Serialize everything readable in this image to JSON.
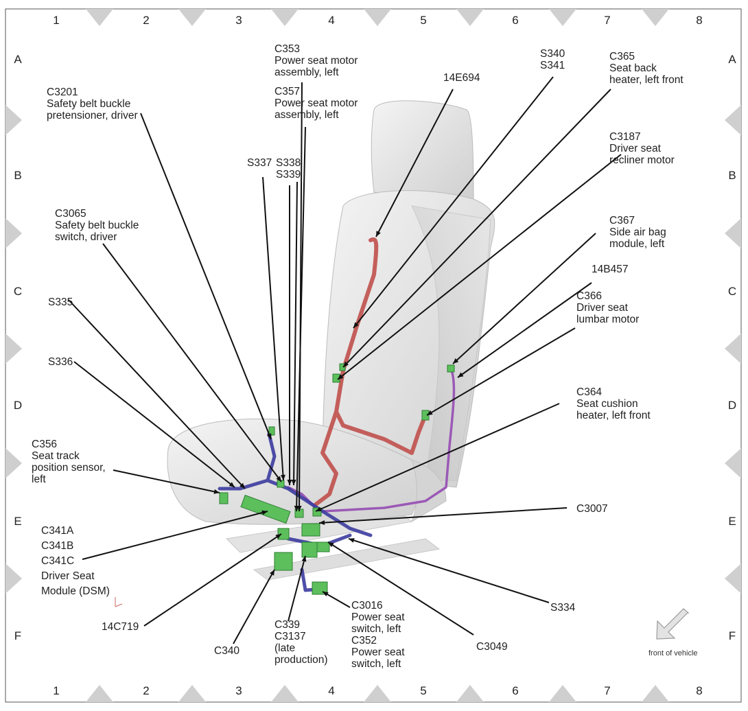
{
  "grid": {
    "columns": [
      "1",
      "2",
      "3",
      "4",
      "5",
      "6",
      "7",
      "8"
    ],
    "rows": [
      "A",
      "B",
      "C",
      "D",
      "E",
      "F"
    ]
  },
  "callouts": [
    {
      "id": "c353",
      "lines": [
        "C353",
        "Power seat motor",
        "assembly, left"
      ]
    },
    {
      "id": "c357",
      "lines": [
        "C357",
        "Power seat motor",
        "assembly, left"
      ]
    },
    {
      "id": "e14e694",
      "lines": [
        "14E694"
      ]
    },
    {
      "id": "s340",
      "lines": [
        "S340",
        "S341"
      ]
    },
    {
      "id": "c365",
      "lines": [
        "C365",
        "Seat back",
        "heater, left front"
      ]
    },
    {
      "id": "c3201",
      "lines": [
        "C3201",
        "Safety belt buckle",
        "pretensioner, driver"
      ]
    },
    {
      "id": "s337",
      "lines": [
        "S337"
      ]
    },
    {
      "id": "s338",
      "lines": [
        "S338",
        "S339"
      ]
    },
    {
      "id": "c3187",
      "lines": [
        "C3187",
        "Driver seat",
        "recliner motor"
      ]
    },
    {
      "id": "c3065",
      "lines": [
        "C3065",
        "Safety belt buckle",
        "switch, driver"
      ]
    },
    {
      "id": "c367",
      "lines": [
        "C367",
        "Side air bag",
        "module, left"
      ]
    },
    {
      "id": "e14b457",
      "lines": [
        "14B457"
      ]
    },
    {
      "id": "s335",
      "lines": [
        "S335"
      ]
    },
    {
      "id": "c366",
      "lines": [
        "C366",
        "Driver seat",
        "lumbar motor"
      ]
    },
    {
      "id": "s336",
      "lines": [
        "S336"
      ]
    },
    {
      "id": "c364",
      "lines": [
        "C364",
        "Seat cushion",
        "heater, left front"
      ]
    },
    {
      "id": "c356",
      "lines": [
        "C356",
        "Seat track",
        "position sensor,",
        "left"
      ]
    },
    {
      "id": "c3007",
      "lines": [
        "C3007"
      ]
    },
    {
      "id": "c341",
      "lines": [
        "C341A",
        "C341B",
        "C341C",
        "Driver Seat",
        "Module (DSM)"
      ]
    },
    {
      "id": "s334",
      "lines": [
        "S334"
      ]
    },
    {
      "id": "e14c719",
      "lines": [
        "14C719"
      ]
    },
    {
      "id": "c3016",
      "lines": [
        "C3016",
        "Power seat",
        "switch, left",
        "C352",
        "Power seat",
        "switch, left"
      ]
    },
    {
      "id": "c339",
      "lines": [
        "C339",
        "C3137",
        "(late",
        "production)"
      ]
    },
    {
      "id": "c340",
      "lines": [
        "C340"
      ]
    },
    {
      "id": "c3049",
      "lines": [
        "C3049"
      ]
    }
  ],
  "front_of_vehicle": "front of vehicle",
  "colors": {
    "seat": "#d9d9d9",
    "harness_red": "#c0504d",
    "harness_purple": "#9b59b6",
    "harness_blue": "#3c3ca0",
    "connector": "#5cbf5c",
    "frame_triangle": "#cfcfcf"
  }
}
